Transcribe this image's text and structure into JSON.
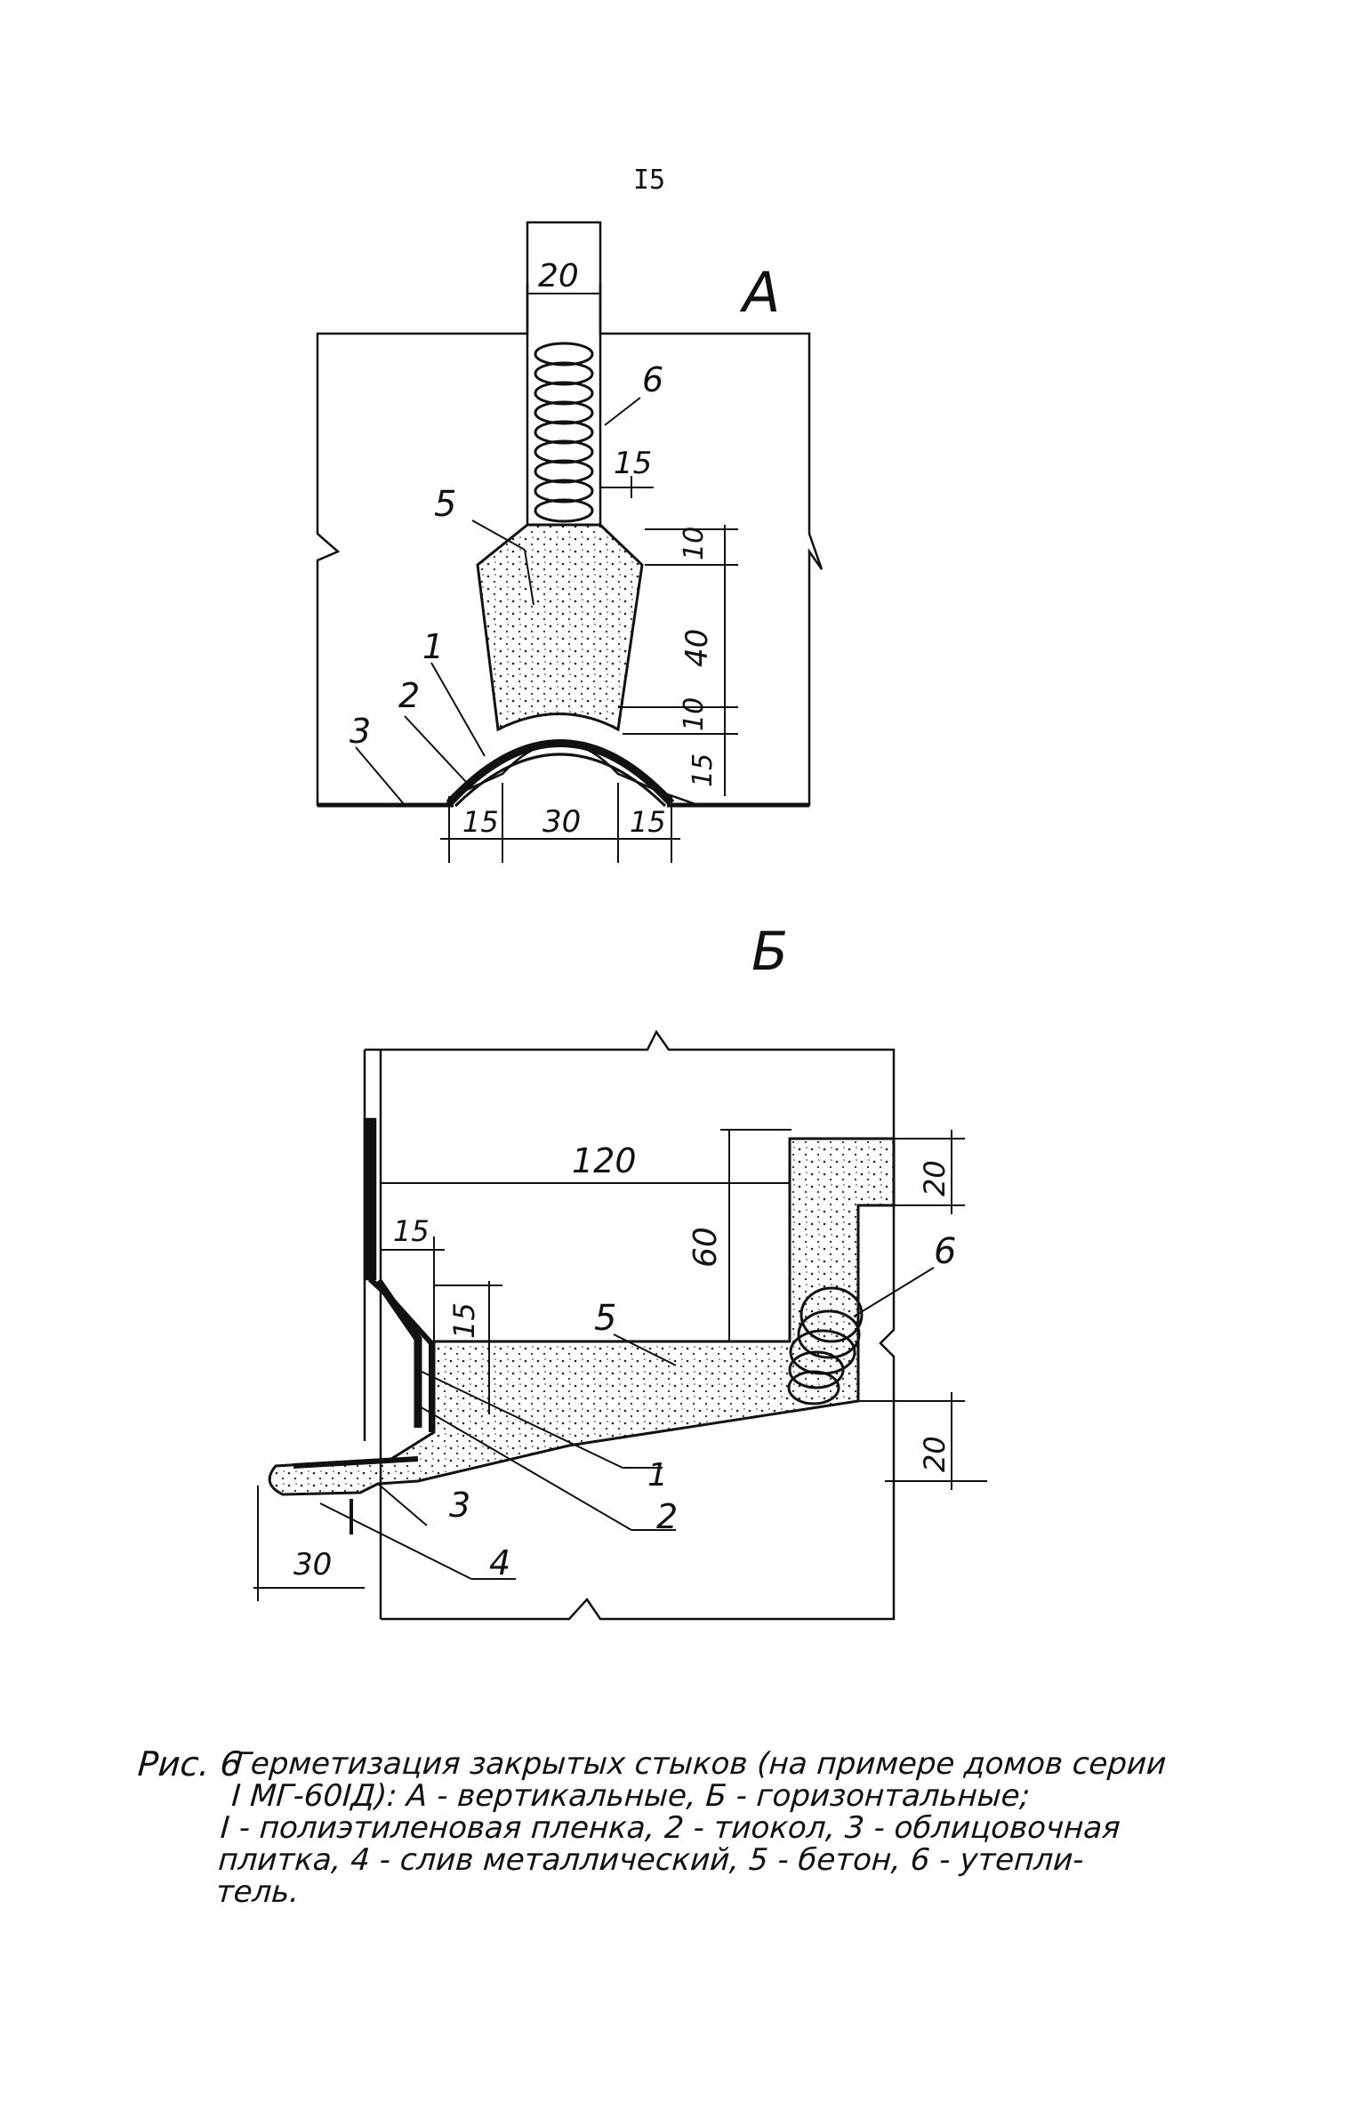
{
  "page_number": "I5",
  "diagram_a": {
    "title": "А",
    "labels": {
      "part_6": "6",
      "part_5": "5",
      "part_1": "1",
      "part_2": "2",
      "part_3": "3"
    },
    "dimensions": {
      "top_width": "20",
      "insulation_offset": "15",
      "d10_top": "10",
      "d40": "40",
      "d10_bottom": "10",
      "d15_right": "15",
      "bottom_left": "15",
      "bottom_mid": "30",
      "bottom_right": "15"
    }
  },
  "diagram_b": {
    "title": "Б",
    "labels": {
      "part_5": "5",
      "part_6": "6",
      "part_1": "1",
      "part_2": "2",
      "part_3": "3",
      "part_4": "4"
    },
    "dimensions": {
      "width_120": "120",
      "height_60": "60",
      "d15_horizontal": "15",
      "d15_vertical": "15",
      "d20_top": "20",
      "d20_bottom": "20",
      "d30": "30"
    }
  },
  "caption": {
    "figure_label": "Рис. 6",
    "lines": [
      "Герметизация закрытых стыков (на примере домов серии",
      "I МГ-60IД): А - вертикальные, Б - горизонтальные;",
      "I - полиэтиленовая пленка, 2 - тиокол, 3 - облицовочная",
      "плитка, 4 - слив металлический, 5 - бетон, 6 - утепли-",
      "тель."
    ]
  },
  "colors": {
    "ink": "#111111",
    "paper": "#ffffff"
  }
}
